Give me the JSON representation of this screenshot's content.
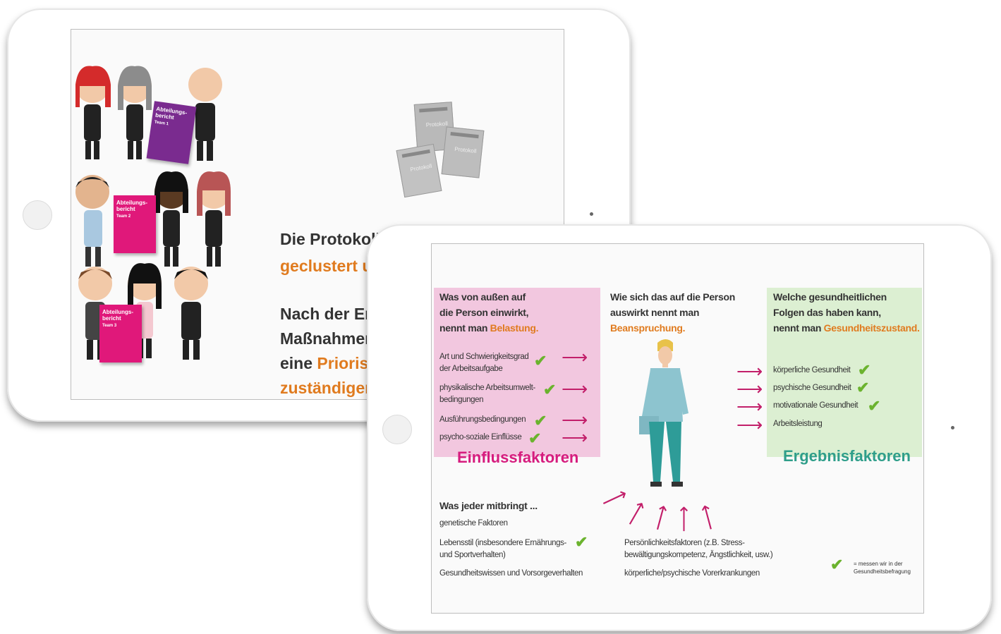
{
  "slide1": {
    "book_title": "Abteilungs-\nbericht",
    "book_teams": [
      "Team 1",
      "Team 2",
      "Team 3"
    ],
    "protocol_word": "Protokoll",
    "line1": "Die Protokoll",
    "line2": "geclustert u",
    "line3": "Nach der Ent",
    "line4": "Maßnahmen",
    "line5_a": "eine ",
    "line5_b": "Priorisi",
    "line6": "zuständigen"
  },
  "slide2": {
    "pink_heading_a": "Was von außen auf",
    "pink_heading_b": "die Person einwirkt,",
    "pink_heading_c": "nennt man ",
    "pink_heading_accent": "Belastung.",
    "pink_items": [
      "Art und Schwierigkeitsgrad\nder Arbeitsaufgabe",
      "physikalische Arbeitsumwelt-\nbedingungen",
      "Ausführungsbedingungen",
      "psycho-soziale Einflüsse"
    ],
    "pink_label": "Einflussfaktoren",
    "mid_heading_a": "Wie sich das auf die Person",
    "mid_heading_b": "auswirkt nennt man",
    "mid_heading_accent": "Beanspruchung.",
    "green_heading_a": "Welche gesundheitlichen",
    "green_heading_b": "Folgen das haben kann,",
    "green_heading_c": "nennt man ",
    "green_heading_accent": "Gesundheitszustand.",
    "green_items": [
      "körperliche Gesundheit",
      "psychische Gesundheit",
      "motivationale Gesundheit",
      "Arbeitsleistung"
    ],
    "green_label": "Ergebnisfaktoren",
    "bottom_heading": "Was jeder mitbringt ...",
    "bottom_items": [
      "genetische Faktoren",
      "Lebensstil (insbesondere Ernährungs-\nund Sportverhalten)",
      "Gesundheitswissen und Vorsorgeverhalten"
    ],
    "personal_a": "Persönlichkeitsfaktoren (z.B. Stress-\nbewältigungskompetenz, Ängstlichkeit, usw.)",
    "personal_b": "körperliche/psychische Vorerkrankungen",
    "legend": "= messen wir in der\nGesundheitsbefragung"
  },
  "colors": {
    "orange": "#e07b1f",
    "pink": "#d61c7e",
    "green": "#6bb32e",
    "teal": "#2f9e8a"
  }
}
